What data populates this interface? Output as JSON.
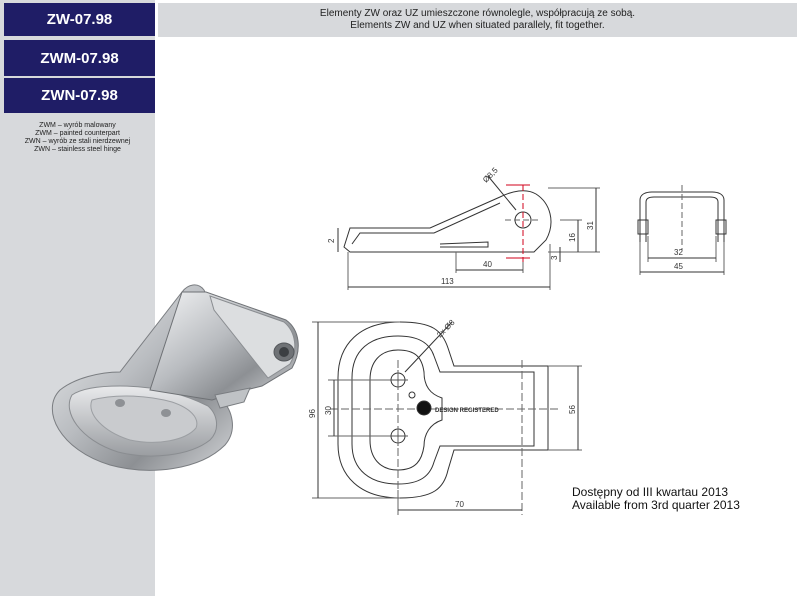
{
  "sidebar": {
    "codes": [
      "ZW-07.98",
      "ZWM-07.98",
      "ZWN-07.98"
    ],
    "variants": [
      "ZWM – wyrób malowany",
      "ZWM – painted counterpart",
      "ZWN – wyrób ze stali nierdzewnej",
      "ZWN – stainless steel hinge"
    ]
  },
  "header": {
    "line_pl": "Elementy ZW oraz UZ umieszczone równolegle, współpracują ze sobą.",
    "line_en": "Elements ZW and UZ when situated parallely, fit together."
  },
  "availability": {
    "line_pl": "Dostępny od III kwartau 2013",
    "line_en": "Available from 3rd quarter 2013"
  },
  "drawing": {
    "side_view": {
      "hole": "Ø8,5",
      "height_total": "31",
      "height_hole": "16",
      "thickness_left": "2",
      "thickness_bottom": "3",
      "length_hole": "40",
      "length_total": "113"
    },
    "end_view": {
      "inner_width": "32",
      "outer_width": "45"
    },
    "top_view": {
      "holes": "2x Ø8",
      "hole_spacing": "30",
      "width_total": "96",
      "width_tongue": "56",
      "tongue_length": "70",
      "stamp_text": "DESIGN REGISTERED"
    }
  }
}
